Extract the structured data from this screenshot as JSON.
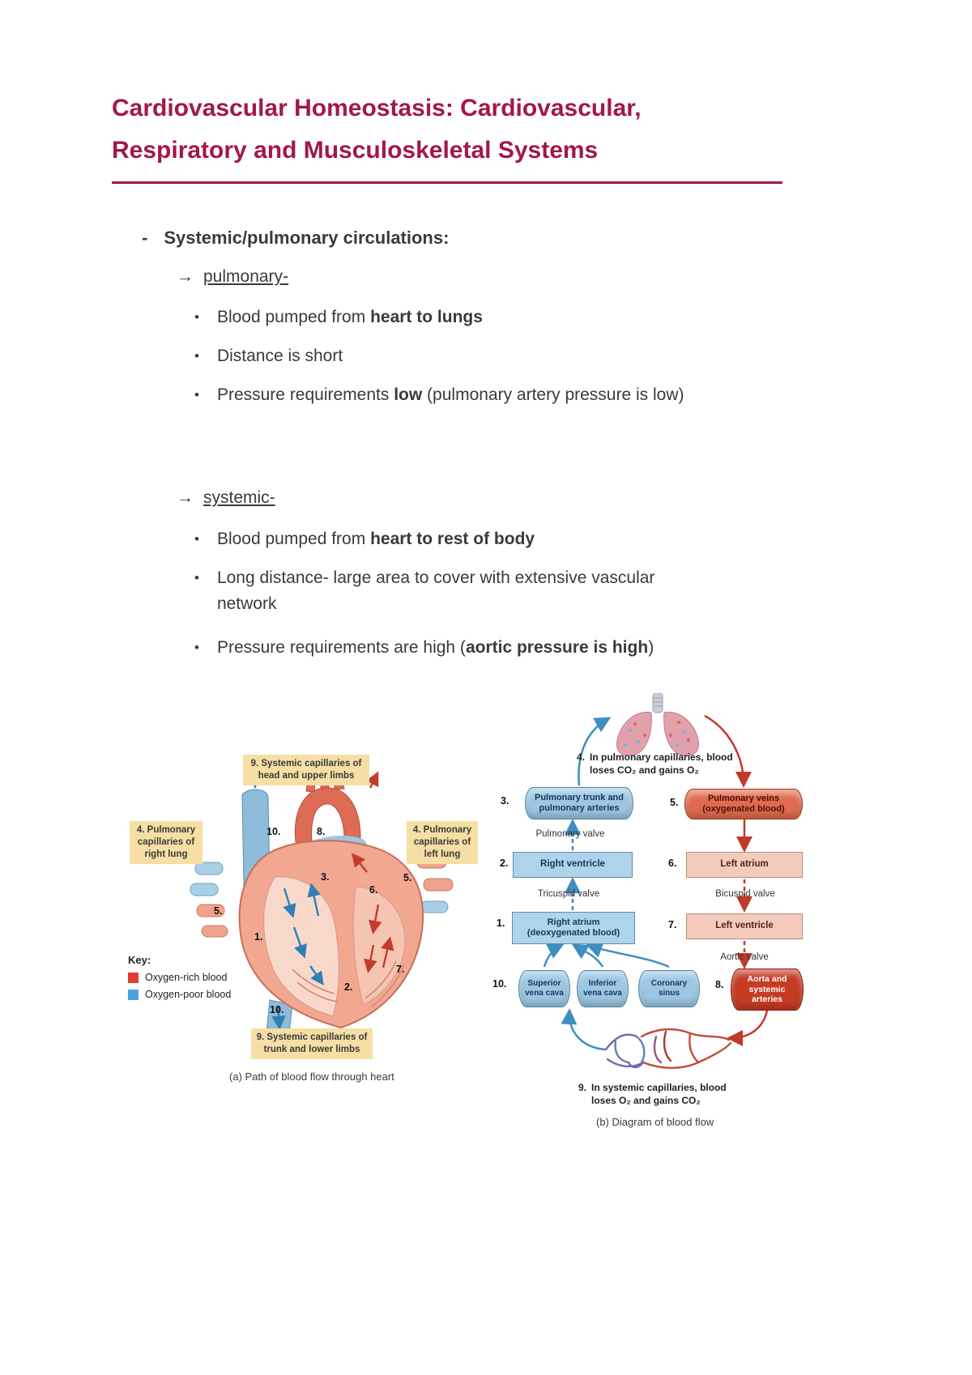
{
  "doc": {
    "title_line1": "Cardiovascular Homeostasis: Cardiovascular,",
    "title_line2": "Respiratory and Musculoskeletal Systems",
    "dash": "-",
    "arrow": "→",
    "bullet": "•",
    "section_heading": "Systemic/pulmonary circulations:",
    "pulmonary_heading": "pulmonary-",
    "systemic_heading": "systemic-",
    "pulmonary_bullets": {
      "b1_pre": "Blood pumped from ",
      "b1_bold": "heart to lungs",
      "b2": "Distance is short",
      "b3_pre": "Pressure requirements ",
      "b3_bold": "low",
      "b3_post": " (pulmonary artery pressure is low)"
    },
    "systemic_bullets": {
      "b1_pre": "Blood pumped from ",
      "b1_bold": "heart to rest of body",
      "b2": "Long distance- large area to cover with extensive vascular network",
      "b3_pre": "Pressure requirements are high (",
      "b3_bold": "aortic pressure is high",
      "b3_post": ")"
    }
  },
  "figure": {
    "heart": {
      "label_top": "9. Systemic capillaries of head and upper limbs",
      "label_left": "4. Pulmonary capillaries of right lung",
      "label_right": "4. Pulmonary capillaries of left lung",
      "label_bottom": "9. Systemic capillaries of trunk and lower limbs",
      "key_title": "Key:",
      "key_rich": "Oxygen-rich blood",
      "key_poor": "Oxygen-poor blood",
      "caption": "(a) Path of blood flow through heart",
      "numbers": [
        "10.",
        "8.",
        "3.",
        "5.",
        "6.",
        "5.",
        "1.",
        "7.",
        "2.",
        "10."
      ]
    },
    "flow": {
      "note4_num": "4.",
      "note4_text": "In pulmonary capillaries, blood loses CO₂ and gains O₂",
      "n3_num": "3.",
      "n3_label": "Pulmonary trunk and pulmonary arteries",
      "n5_num": "5.",
      "n5_label": "Pulmonary veins (oxygenated blood)",
      "valve_pulmonary": "Pulmonary valve",
      "n2_num": "2.",
      "n2_label": "Right ventricle",
      "n6_num": "6.",
      "n6_label": "Left atrium",
      "valve_tricuspid": "Tricuspid valve",
      "valve_bicuspid": "Bicuspid valve",
      "n1_num": "1.",
      "n1_label": "Right atrium (deoxygenated blood)",
      "n7_num": "7.",
      "n7_label": "Left ventricle",
      "valve_aortic": "Aortic valve",
      "n10_num": "10.",
      "n10_a": "Superior vena cava",
      "n10_b": "Inferior vena cava",
      "n10_c": "Coronary sinus",
      "n8_num": "8.",
      "n8_label": "Aorta and systemic arteries",
      "note9_num": "9.",
      "note9_text": "In systemic capillaries, blood loses O₂ and gains CO₂",
      "caption": "(b) Diagram of blood flow"
    }
  },
  "colors": {
    "title_accent": "#A21846",
    "oxygen_rich": "#E23B2E",
    "oxygen_poor": "#4AA3DC",
    "label_background": "#F6DFA4"
  }
}
